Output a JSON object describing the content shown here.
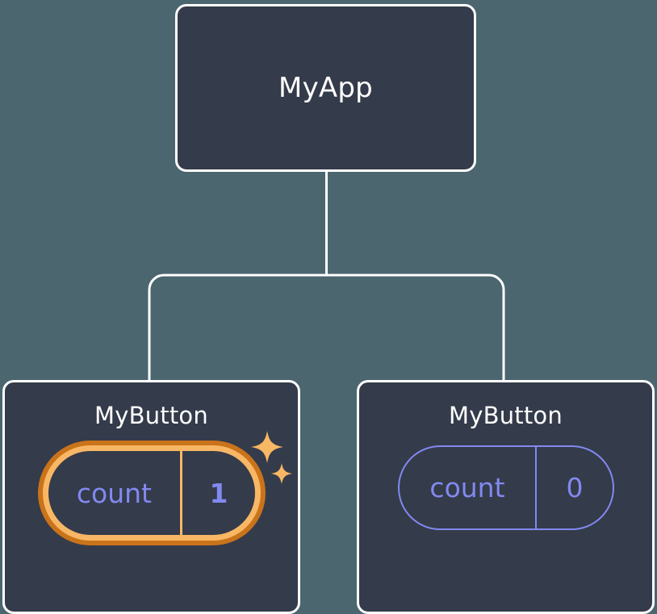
{
  "diagram": {
    "type": "component-tree",
    "background_color": "#4b666f",
    "node_fill_color": "#343b4a",
    "node_border_color": "#ffffff",
    "accent_highlight_color": "#f8b765",
    "accent_highlight_outer_color": "#c9731a",
    "state_color": "#8289f0",
    "root": {
      "title": "MyApp"
    },
    "children": [
      {
        "title": "MyButton",
        "state": {
          "key": "count",
          "value": "1",
          "highlighted": true,
          "sparkle": true
        }
      },
      {
        "title": "MyButton",
        "state": {
          "key": "count",
          "value": "0",
          "highlighted": false,
          "sparkle": false
        }
      }
    ]
  }
}
